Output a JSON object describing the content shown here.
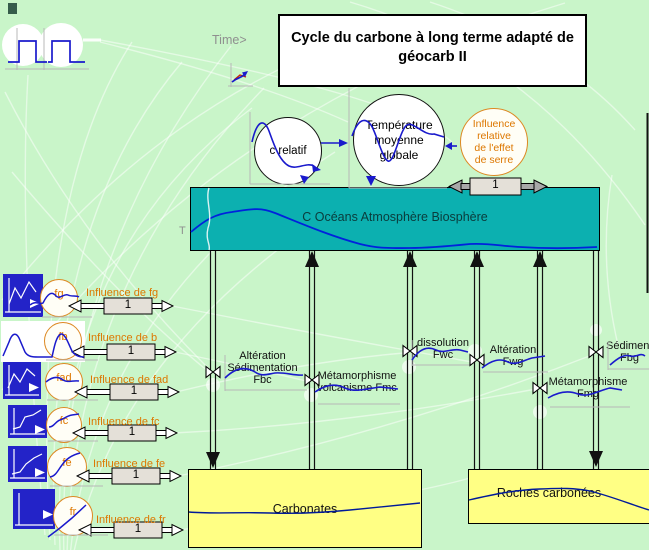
{
  "title": {
    "line1": "Cycle du carbone à long terme adapté de",
    "line2": "géocarb II"
  },
  "time_label": "Time>",
  "time_axis_label": "T",
  "converters": {
    "c_relatif": {
      "label": "c relatif"
    },
    "temperature": {
      "line1": "Température",
      "line2": "moyenne",
      "line3": "globale"
    },
    "influence_serre": {
      "line1": "Influence",
      "line2": "relative",
      "line3": "de l'effet",
      "line4": "de serre"
    }
  },
  "stocks": {
    "ocean": "C Océans Atmosphère Biosphère",
    "carbonates": "Carbonates",
    "roches": "Roches carbonées"
  },
  "flows": [
    {
      "id": "alteration-sedimentation-fbc",
      "line1": "Altération",
      "line2": "Sédimentation",
      "line3": "Fbc"
    },
    {
      "id": "metamorphisme-volcanisme-fmc",
      "line1": "Métamorphisme",
      "line2": "volcanisme Fmc"
    },
    {
      "id": "dissolution-fwc",
      "line1": "dissolution",
      "line2": "Fwc"
    },
    {
      "id": "alteration-fwg",
      "line1": "Altération",
      "line2": "Fwg"
    },
    {
      "id": "metamorphisme-fmg",
      "line1": "Métamorphisme",
      "line2": "Fmg"
    },
    {
      "id": "sedimentation-fbg",
      "line1": "Sédimentation",
      "line2": "Fbg"
    }
  ],
  "top_slider": {
    "value": "1"
  },
  "rows": [
    {
      "id": "fg",
      "circle": "fg",
      "influence": "Influence de fg",
      "value": "1"
    },
    {
      "id": "fb",
      "circle": "fb",
      "influence": "Influence de b",
      "value": "1"
    },
    {
      "id": "fad",
      "circle": "fad",
      "influence": "Influence de fad",
      "value": "1"
    },
    {
      "id": "fc",
      "circle": "fc",
      "influence": "Influence de fc",
      "value": "1"
    },
    {
      "id": "fe",
      "circle": "fe",
      "influence": "Influence de fe",
      "value": "1"
    },
    {
      "id": "fr",
      "circle": "fr",
      "influence": "Influence de fr",
      "value": "1"
    }
  ],
  "colors": {
    "background": "#c9f5c9",
    "stock_teal": "#0cb0b0",
    "stock_yellow": "#ffff84",
    "orange": "#dd7700",
    "plot_blue": "#1a1acc",
    "thumb_blue": "#2323c8"
  }
}
